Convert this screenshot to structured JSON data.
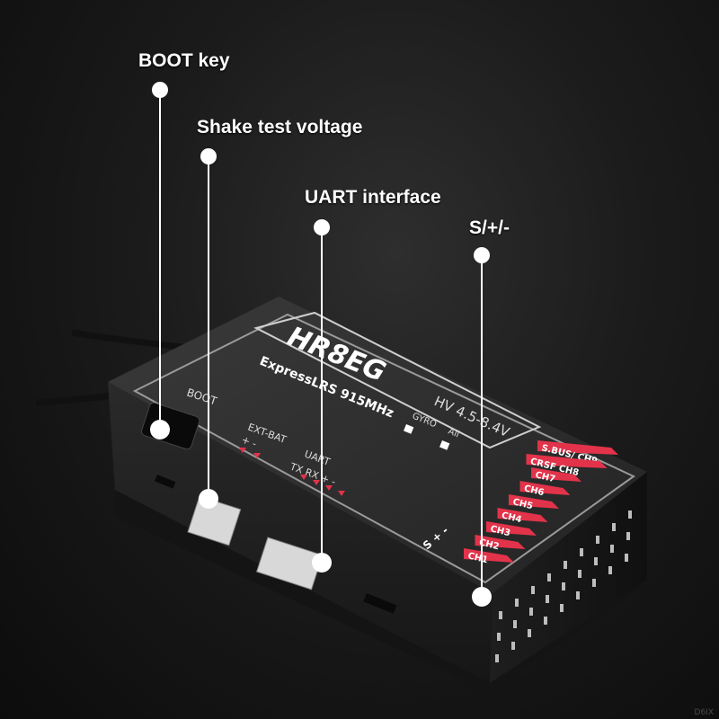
{
  "callouts": [
    {
      "id": "boot",
      "label": "BOOT key"
    },
    {
      "id": "shake",
      "label": "Shake test voltage"
    },
    {
      "id": "uart",
      "label": "UART interface"
    },
    {
      "id": "sbus",
      "label": "S/+/-"
    }
  ],
  "device": {
    "brand": "HR8EG",
    "subtitle": "ExpressLRS 915MHz",
    "voltage": "HV 4.5-8.4V",
    "boot_label": "BOOT",
    "gyro_label": "GYRO",
    "ail_label": "Ail",
    "ext_bat_label": "EXT-BAT",
    "ext_bat_pins": "+  -",
    "uart_label": "UART",
    "uart_pins": "TX RX +  -",
    "pin_legend": "S + -",
    "channels": [
      "S.BUS/ CH9",
      "CRSF  CH8",
      "CH7",
      "CH6",
      "CH5",
      "CH4",
      "CH3",
      "CH2",
      "CH1"
    ]
  },
  "colors": {
    "label_text": "#ffffff",
    "callout_dot": "#ffffff",
    "channel_tag": "#e2334a",
    "case": "#2a2a2a",
    "panel_line": "#cfcfcf"
  },
  "watermark": "D6IX"
}
